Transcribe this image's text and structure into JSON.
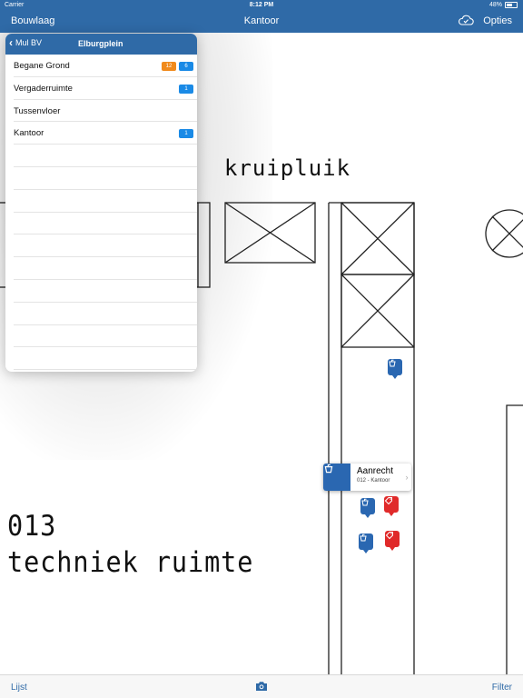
{
  "status_bar": {
    "carrier": "Carrier",
    "time": "8:12 PM",
    "battery": "48%"
  },
  "nav_bar": {
    "left_label": "Bouwlaag",
    "title": "Kantoor",
    "right_label": "Opties",
    "sync_icon": "cloud-sync-icon"
  },
  "drawing": {
    "label_top": "kruipluik",
    "room_number": "013",
    "room_name": "techniek ruimte"
  },
  "callout": {
    "title": "Aanrecht",
    "subtitle": "012 - Kantoor"
  },
  "popover": {
    "back_label": "Mul BV",
    "title": "Elburgplein",
    "rows": [
      {
        "label": "Begane Grond",
        "badges": [
          {
            "text": "12",
            "color": "#f08a1c"
          },
          {
            "text": "6",
            "color": "#1a8ae6"
          }
        ]
      },
      {
        "label": "Vergaderruimte",
        "badges": [
          {
            "text": "1",
            "color": "#1a8ae6"
          }
        ]
      },
      {
        "label": "Tussenvloer",
        "badges": []
      },
      {
        "label": "Kantoor",
        "badges": [
          {
            "text": "1",
            "color": "#1a8ae6"
          }
        ]
      }
    ],
    "empty_row_count": 10
  },
  "bottom_bar": {
    "left_label": "Lijst",
    "right_label": "Filter",
    "camera_icon": "camera-icon"
  },
  "colors": {
    "nav": "#2f6aa7",
    "pin_blue": "#2a67b1",
    "pin_red": "#e02a2a",
    "badge_orange": "#f08a1c",
    "badge_blue": "#1a8ae6"
  }
}
